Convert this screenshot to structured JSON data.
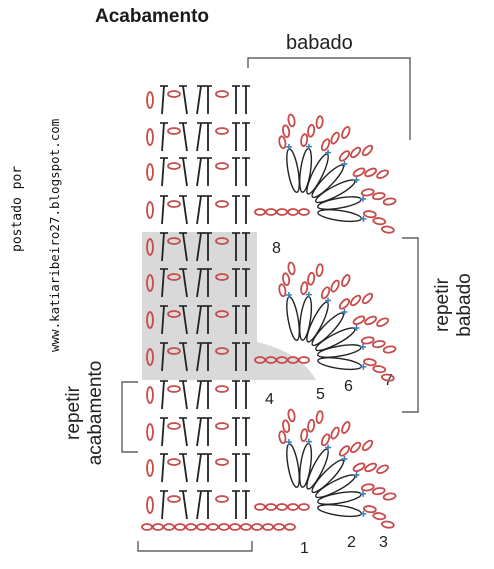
{
  "title": "Acabamento",
  "credits": {
    "postado": "postado por",
    "blog": "www.katiaribeiro27.blogspot.com"
  },
  "labels": {
    "babado": "babado",
    "repetir_babado": [
      "repetir",
      "babado"
    ],
    "repetir_acabamento": [
      "repetir",
      "acabamento"
    ]
  },
  "step_numbers": [
    "1",
    "2",
    "3",
    "4",
    "5",
    "6",
    "7",
    "8"
  ],
  "colors": {
    "chain_stitch": "#c84a4a",
    "single_crochet": "#3a7fb8",
    "stitch_outline": "#222222",
    "highlight": "#d9d9d9"
  }
}
